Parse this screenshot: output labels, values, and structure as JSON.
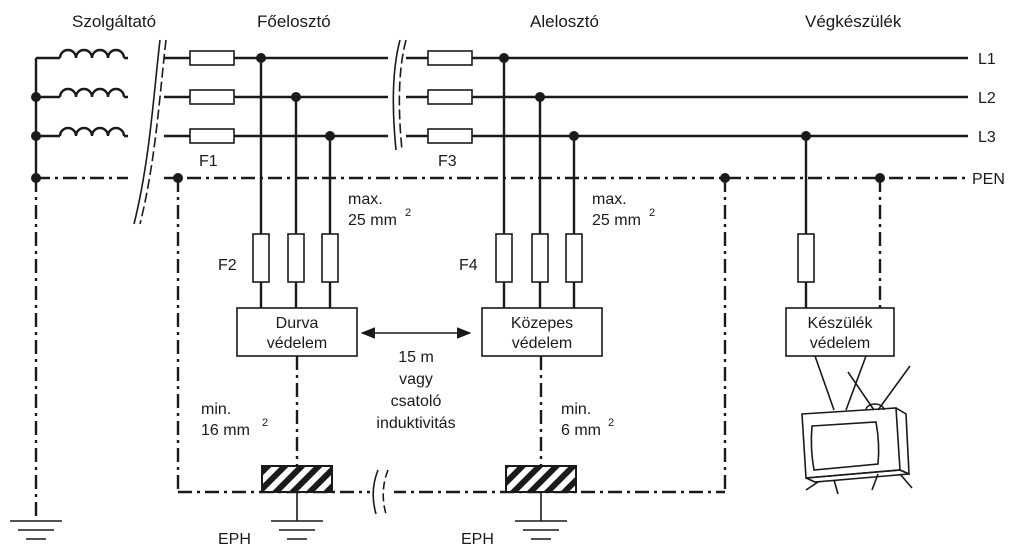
{
  "headers": {
    "provider": "Szolgáltató",
    "main_distributor": "Főelosztó",
    "sub_distributor": "Alelosztó",
    "end_device": "Végkészülék"
  },
  "lines": {
    "l1": "L1",
    "l2": "L2",
    "l3": "L3",
    "pen": "PEN"
  },
  "fuses": {
    "f1": "F1",
    "f2": "F2",
    "f3": "F3",
    "f4": "F4"
  },
  "cross_sections": {
    "max_main_1": "max.",
    "max_main_2": "25 mm",
    "max_sub_1": "max.",
    "max_sub_2": "25 mm",
    "min_main_1": "min.",
    "min_main_2": "16 mm",
    "min_sub_1": "min.",
    "min_sub_2": "6 mm",
    "sup": "2"
  },
  "protection": {
    "coarse_1": "Durva",
    "coarse_2": "védelem",
    "medium_1": "Közepes",
    "medium_2": "védelem",
    "device_1": "Készülék",
    "device_2": "védelem"
  },
  "coupling": {
    "line1": "15 m",
    "line2": "vagy",
    "line3": "csatoló",
    "line4": "induktivitás"
  },
  "earthing": {
    "eph_main": "EPH",
    "eph_sub": "EPH"
  },
  "colors": {
    "ink": "#1a1a1a",
    "background": "#ffffff"
  }
}
